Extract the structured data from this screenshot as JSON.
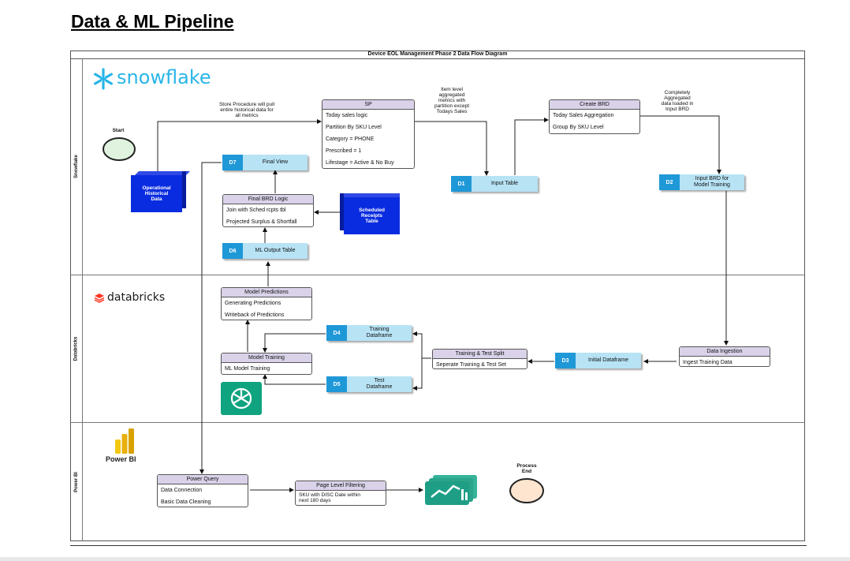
{
  "page": {
    "title": "Data & ML Pipeline"
  },
  "diagram": {
    "title": "Device EOL Management Phase 2 Data Flow Diagram"
  },
  "lanes": {
    "snowflake": "Snowflake",
    "databricks": "Databricks",
    "powerbi": "Power BI"
  },
  "logos": {
    "snowflake": "snowflake",
    "databricks": "databricks",
    "powerbi": "Power BI"
  },
  "start": {
    "label": "Start"
  },
  "end": {
    "label1": "Process",
    "label2": "End"
  },
  "operational": {
    "line1": "Operational",
    "line2": "Historical",
    "line3": "Data"
  },
  "scheduled": {
    "line1": "Scheduled",
    "line2": "Receipts",
    "line3": "Table"
  },
  "notes": {
    "store_proc": [
      "Store Procedure will pull",
      "entire historical data for",
      "all metrics"
    ],
    "item_level": [
      "Item level",
      "aggregated",
      "metrics with",
      "partition except",
      "Todays Sales"
    ],
    "completely": [
      "Completely",
      "Aggregated",
      "data loaded in",
      "Input BRD"
    ]
  },
  "sp": {
    "header": "SP",
    "rows": [
      "Today sales logic",
      "Partition By SKU Level",
      "Category = PHONE",
      "Prescribed = 1",
      "Lifestage = Active & No Buy"
    ]
  },
  "create_brd": {
    "header": "Create BRD",
    "rows": [
      "Today Sales Aggregation",
      "Group By SKU Level"
    ]
  },
  "final_brd": {
    "header": "Final BRD Logic",
    "rows": [
      "Join with Sched rcpts tbl",
      "Projected Surplus & Shortfall"
    ]
  },
  "model_predictions": {
    "header": "Model Predictions",
    "rows": [
      "Generating Predictions",
      "Writeback of Predictions"
    ]
  },
  "model_training": {
    "header": "Model Training",
    "rows": [
      "ML Model Training"
    ]
  },
  "train_test_split": {
    "header": "Training & Test Split",
    "rows": [
      "Seperate Training & Test Set"
    ]
  },
  "data_ingestion": {
    "header": "Data Ingestion",
    "rows": [
      "Ingest Training Data"
    ]
  },
  "power_query": {
    "header": "Power Query",
    "rows": [
      "Data Connection",
      "Basic Data Cleaning"
    ]
  },
  "page_filter": {
    "header": "Page Level Filtering",
    "rows": [
      "SKU with DISC Date within",
      "next 180 days"
    ]
  },
  "datastores": {
    "d1": {
      "id": "D1",
      "name": "Input Table"
    },
    "d2": {
      "id": "D2",
      "name1": "Input BRD for",
      "name2": "Model Training"
    },
    "d3": {
      "id": "D3",
      "name": "Initial Dataframe"
    },
    "d4": {
      "id": "D4",
      "name1": "Training",
      "name2": "Dataframe"
    },
    "d5": {
      "id": "D5",
      "name1": "Test",
      "name2": "Dataframe"
    },
    "d6": {
      "id": "D6",
      "name": "ML Output Table"
    },
    "d7": {
      "id": "D7",
      "name": "Final View"
    }
  },
  "colors": {
    "datastore_id": "#1f98d8",
    "datastore_name": "#b7e3f5",
    "table_header": "#d9d2e9",
    "cube": "#0a2ce0",
    "start_fill": "#dff3df",
    "end_fill": "#fde5cf",
    "snowflake_brand": "#29b5e8",
    "powerbi_brand": "#f2c811",
    "databricks_brand": "#ff3621",
    "ml_icon": "#10a37f"
  },
  "icons": [
    "snowflake-logo-icon",
    "databricks-logo-icon",
    "powerbi-logo-icon",
    "openai-ml-icon",
    "dashboard-icon"
  ]
}
